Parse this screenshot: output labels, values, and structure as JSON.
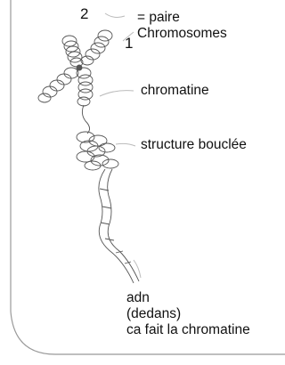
{
  "labels": {
    "num_two": "2",
    "num_one": "1",
    "pair": "= paire",
    "chromosomes": "Chromosomes",
    "chromatine": "chromatine",
    "looped_structure": "structure bouclée",
    "adn": "adn",
    "dedans": "(dedans)",
    "note": "ca fait la chromatine"
  },
  "colors": {
    "ink": "#111111",
    "line": "#555555",
    "pointer": "#bbbbbb",
    "frame": "#999999"
  }
}
